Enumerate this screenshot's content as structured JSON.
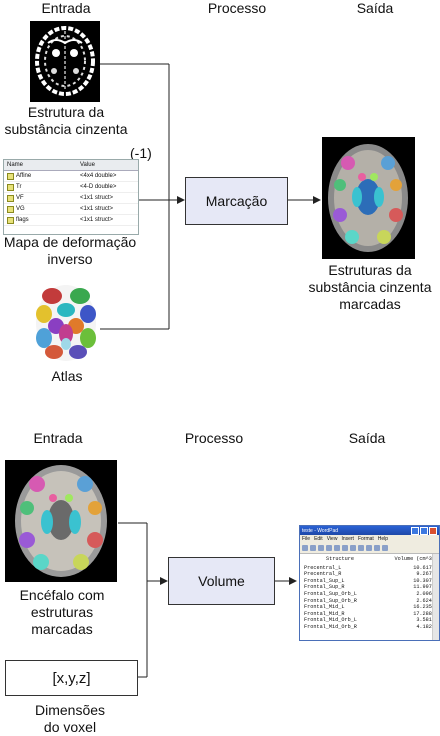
{
  "top": {
    "headers": {
      "input": "Entrada",
      "process": "Processo",
      "output": "Saída"
    },
    "gray_matter_caption": [
      "Estrutura da",
      "substância cinzenta"
    ],
    "inverse_label": "(-1)",
    "deformation_caption": [
      "Mapa de deformação",
      "inverso"
    ],
    "atlas_caption": "Atlas",
    "process_box": "Marcação",
    "output_caption": [
      "Estruturas da",
      "substância cinzenta",
      "marcadas"
    ],
    "variable_table": {
      "columns": [
        "Name",
        "Value"
      ],
      "rows": [
        {
          "name": "Affine",
          "value": "<4x4 double>"
        },
        {
          "name": "Tr",
          "value": "<4-D double>"
        },
        {
          "name": "VF",
          "value": "<1x1 struct>"
        },
        {
          "name": "VG",
          "value": "<1x1 struct>"
        },
        {
          "name": "flags",
          "value": "<1x1 struct>"
        }
      ]
    }
  },
  "bottom": {
    "headers": {
      "input": "Entrada",
      "process": "Processo",
      "output": "Saída"
    },
    "brain_caption": [
      "Encéfalo com",
      "estruturas",
      "marcadas"
    ],
    "coord_box": "[x,y,z]",
    "voxel_caption": [
      "Dimensões",
      "do voxel"
    ],
    "process_box": "Volume",
    "wordpad": {
      "title": "teste - WordPad",
      "menu": [
        "File",
        "Edit",
        "View",
        "Insert",
        "Format",
        "Help"
      ],
      "header": {
        "structure": "Structure",
        "volume": "Volume (cm^3)"
      },
      "rows": [
        {
          "name": "Precentral_L",
          "value": "10.6172"
        },
        {
          "name": "Precentral_R",
          "value": "9.2676"
        },
        {
          "name": "Frontal_Sup_L",
          "value": "10.3074"
        },
        {
          "name": "Frontal_Sup_R",
          "value": "11.9973"
        },
        {
          "name": "Frontal_Sup_Orb_L",
          "value": "2.0966"
        },
        {
          "name": "Frontal_Sup_Orb_R",
          "value": "2.6246"
        },
        {
          "name": "Frontal_Mid_L",
          "value": "16.2358"
        },
        {
          "name": "Frontal_Mid_R",
          "value": "17.2884"
        },
        {
          "name": "Frontal_Mid_Orb_L",
          "value": "3.5815"
        },
        {
          "name": "Frontal_Mid_Orb_R",
          "value": "4.1825"
        }
      ]
    }
  },
  "colors": {
    "process_fill": "#e6e8f6",
    "line": "#222222"
  }
}
